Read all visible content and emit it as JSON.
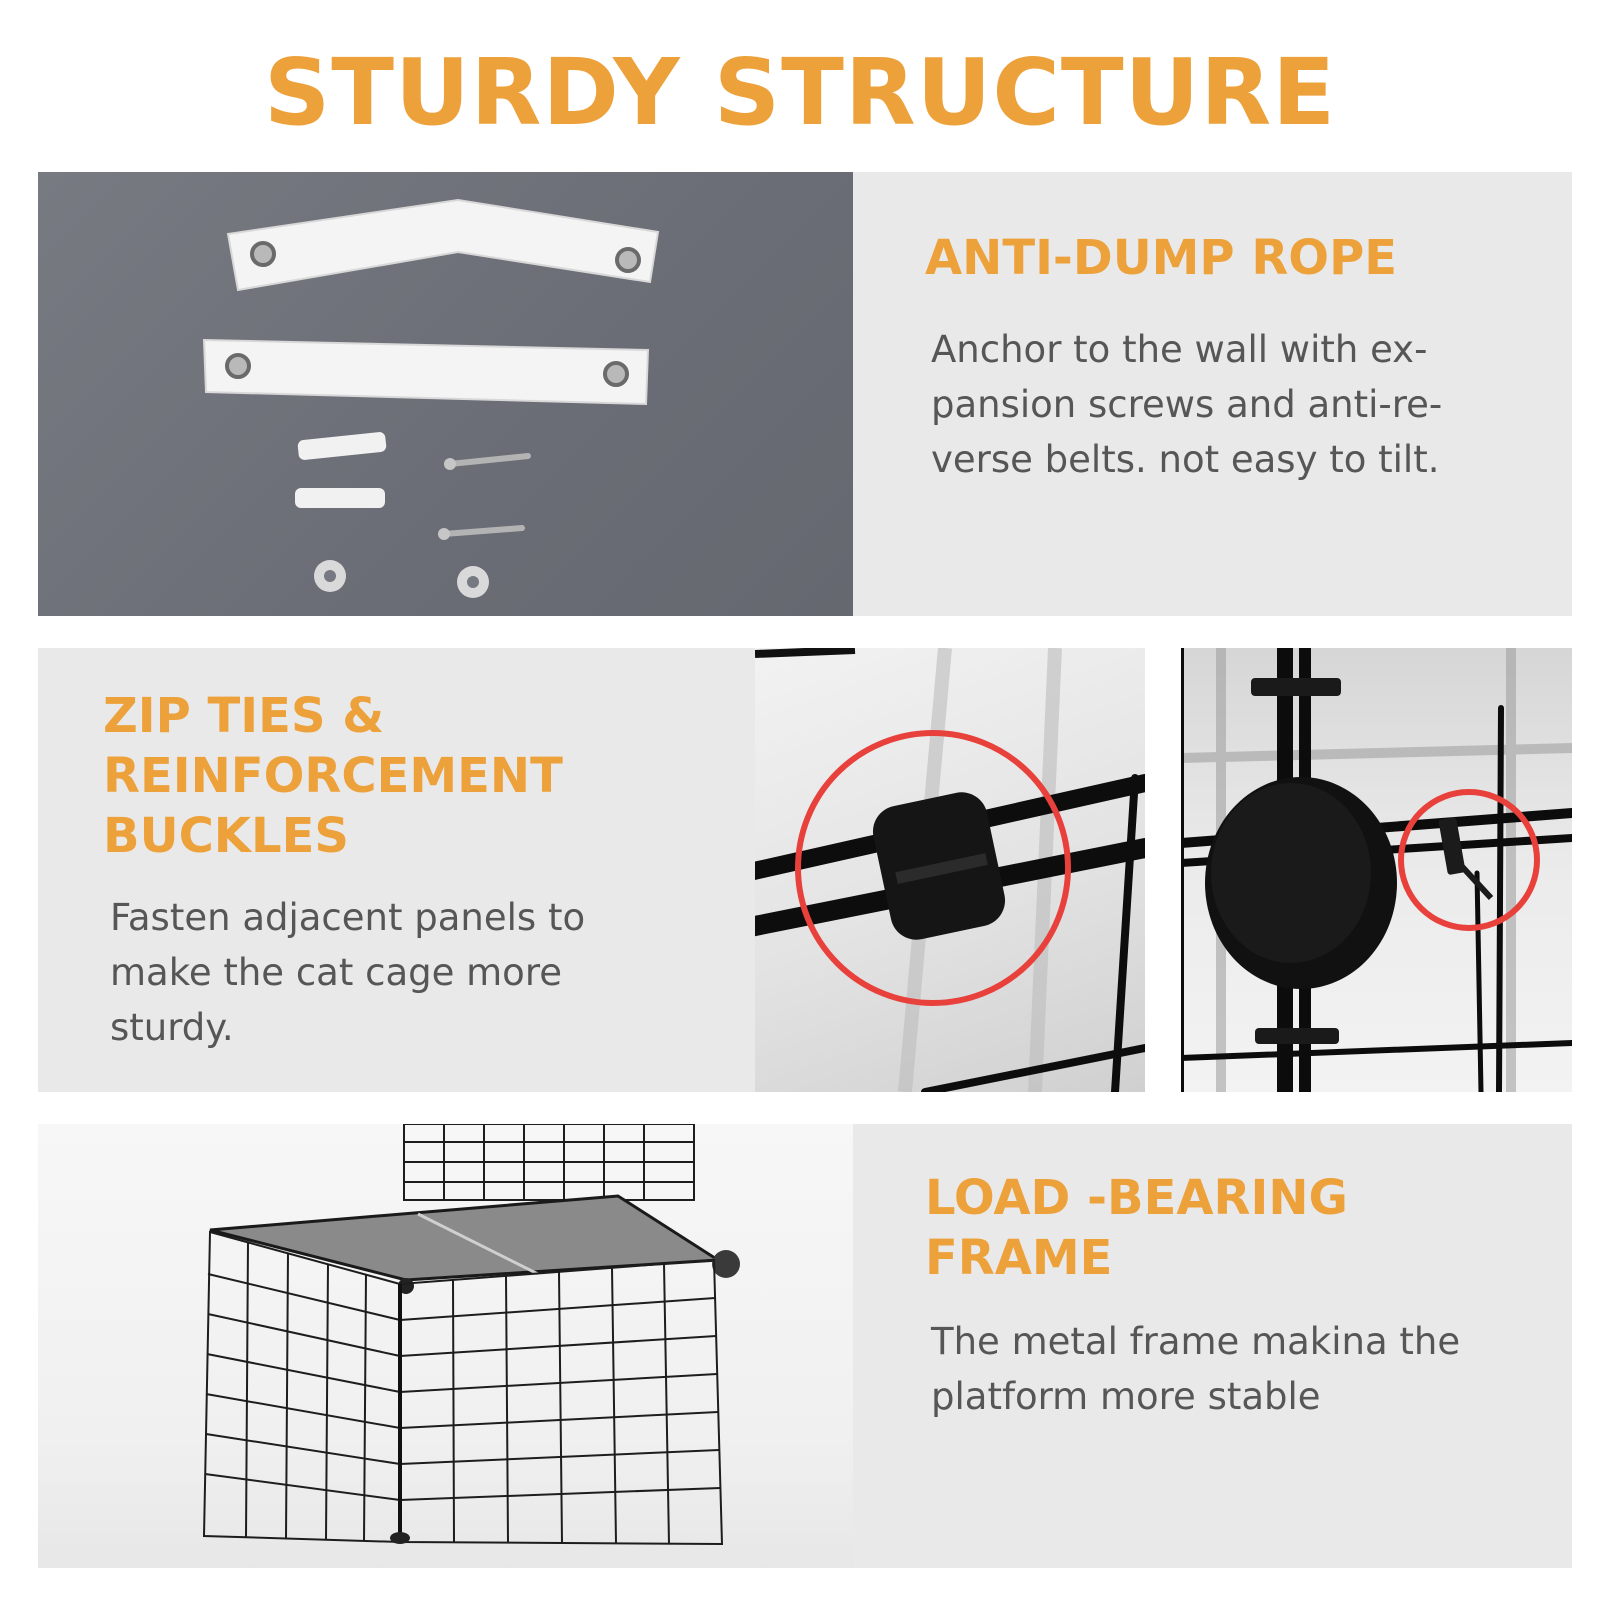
{
  "title": "STURDY STRUCTURE",
  "sections": {
    "anti_dump": {
      "heading": "ANTI-DUMP ROPE",
      "body_lines": [
        "Anchor to the wall with ex-",
        "pansion screws and anti-re-",
        "verse belts. not easy to tilt."
      ]
    },
    "zip_ties": {
      "heading_lines": [
        "ZIP TIES &",
        "REINFORCEMENT",
        "BUCKLES"
      ],
      "body_lines": [
        "Fasten adjacent panels to",
        "make the cat cage more",
        "sturdy."
      ]
    },
    "load_bearing": {
      "heading_lines": [
        "LOAD -BEARING",
        "FRAME"
      ],
      "body_lines": [
        "The metal frame makina the",
        "platform more stable"
      ]
    }
  },
  "colors": {
    "accent": "#eda13b",
    "body_text": "#565656",
    "panel_bg": "#e9e9e9",
    "photo_gray": "#6e7079",
    "highlight_circle": "#e8413c"
  }
}
